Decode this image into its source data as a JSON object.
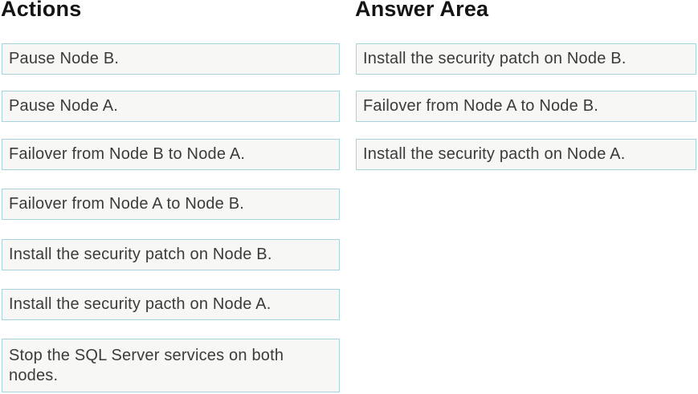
{
  "colors": {
    "page_bg": "#ffffff",
    "box_border": "#a9d3dc",
    "box_fill": "#f7f7f5",
    "text": "#3b3b3b",
    "heading": "#141414"
  },
  "actions": {
    "title": "Actions",
    "items": [
      "Pause Node B.",
      "Pause Node A.",
      "Failover from Node B to Node A.",
      "Failover from Node A to Node B.",
      "Install the security patch on Node B.",
      "Install the security pacth on Node A.",
      "Stop the SQL Server services on both\nnodes."
    ]
  },
  "answer_area": {
    "title": "Answer Area",
    "items": [
      "Install the security patch on Node B.",
      "Failover from Node A to Node B.",
      "Install the security pacth on Node A."
    ]
  }
}
